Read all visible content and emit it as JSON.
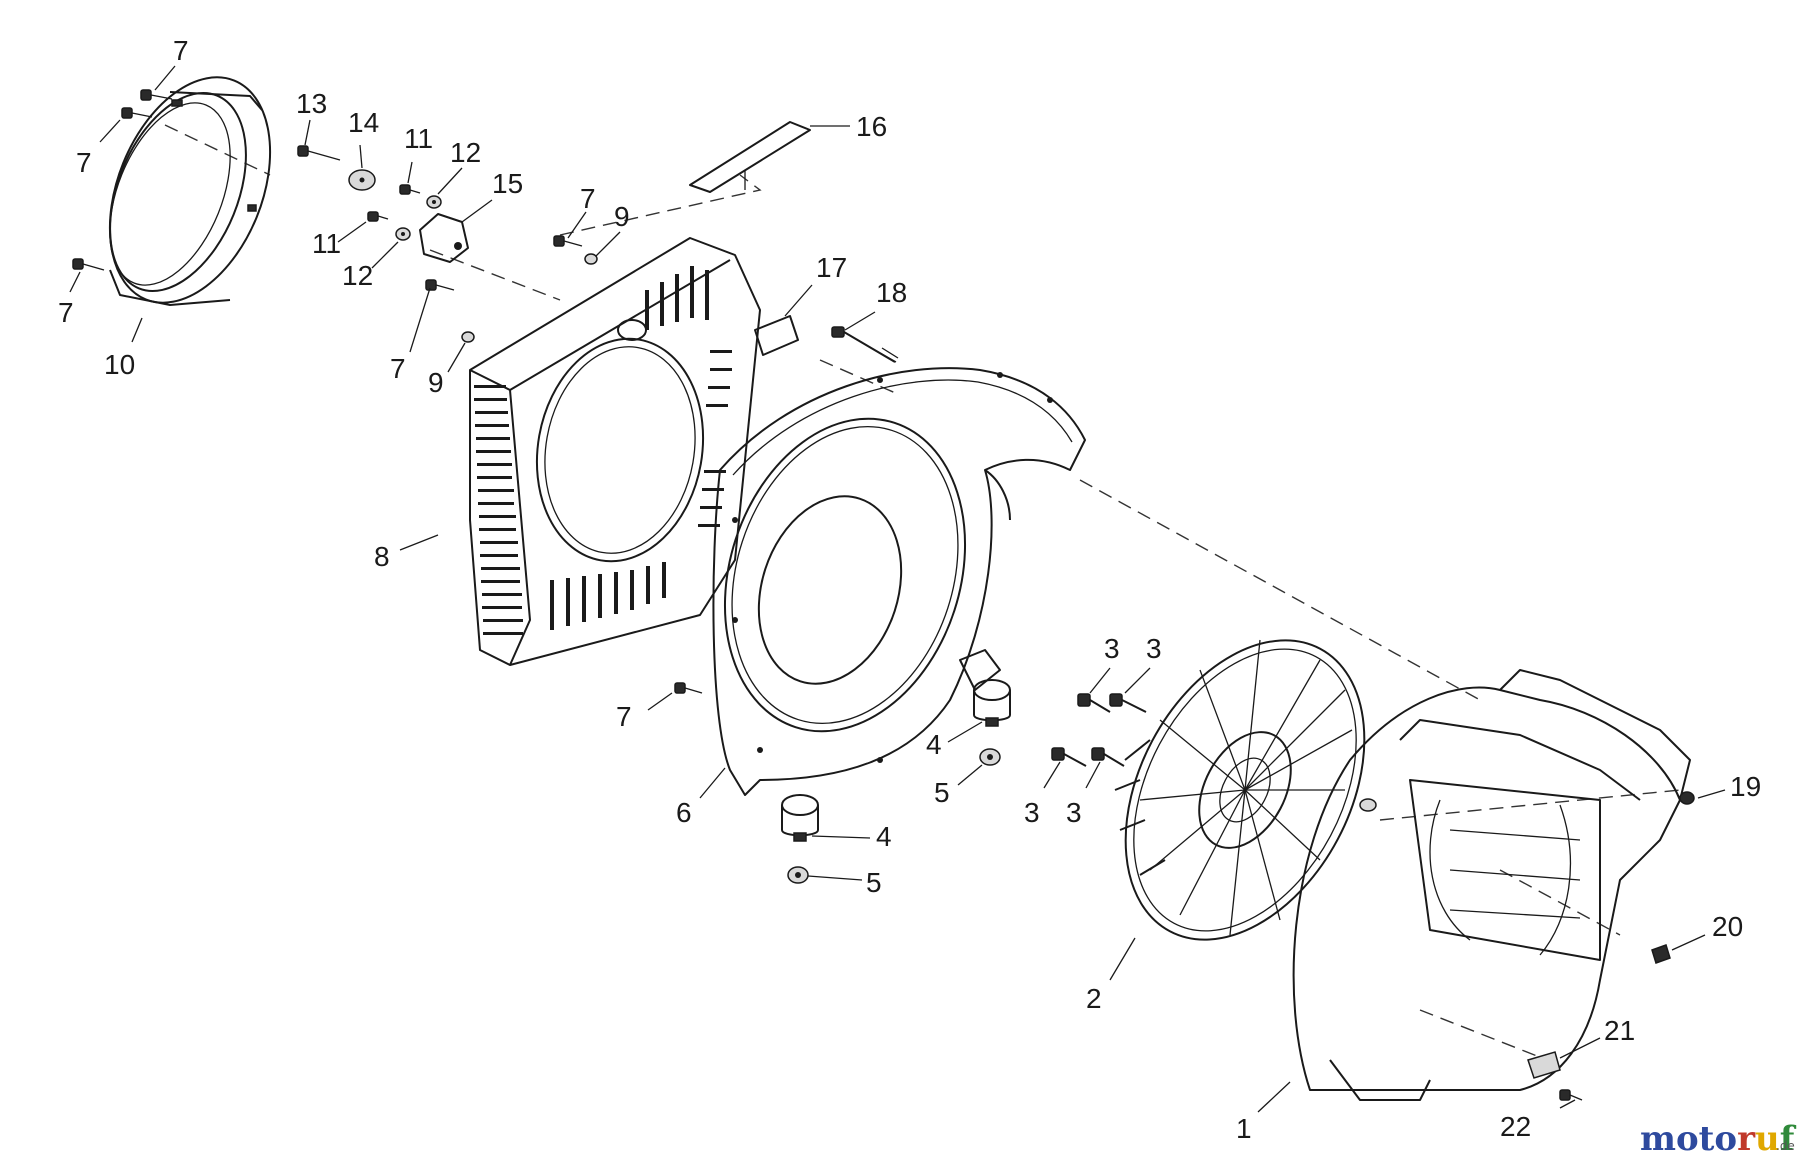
{
  "diagram": {
    "callouts": [
      {
        "id": "c7a",
        "label": "7"
      },
      {
        "id": "c7b",
        "label": "7"
      },
      {
        "id": "c7c",
        "label": "7"
      },
      {
        "id": "c10",
        "label": "10"
      },
      {
        "id": "c13",
        "label": "13"
      },
      {
        "id": "c14",
        "label": "14"
      },
      {
        "id": "c11a",
        "label": "11"
      },
      {
        "id": "c12a",
        "label": "12"
      },
      {
        "id": "c15",
        "label": "15"
      },
      {
        "id": "c11b",
        "label": "11"
      },
      {
        "id": "c12b",
        "label": "12"
      },
      {
        "id": "c16",
        "label": "16"
      },
      {
        "id": "c7d",
        "label": "7"
      },
      {
        "id": "c9a",
        "label": "9"
      },
      {
        "id": "c17",
        "label": "17"
      },
      {
        "id": "c18",
        "label": "18"
      },
      {
        "id": "c7e",
        "label": "7"
      },
      {
        "id": "c9b",
        "label": "9"
      },
      {
        "id": "c8",
        "label": "8"
      },
      {
        "id": "c7f",
        "label": "7"
      },
      {
        "id": "c6",
        "label": "6"
      },
      {
        "id": "c4a",
        "label": "4"
      },
      {
        "id": "c5a",
        "label": "5"
      },
      {
        "id": "c4b",
        "label": "4"
      },
      {
        "id": "c5b",
        "label": "5"
      },
      {
        "id": "c3a",
        "label": "3"
      },
      {
        "id": "c3b",
        "label": "3"
      },
      {
        "id": "c3c",
        "label": "3"
      },
      {
        "id": "c3d",
        "label": "3"
      },
      {
        "id": "c2",
        "label": "2"
      },
      {
        "id": "c19",
        "label": "19"
      },
      {
        "id": "c20",
        "label": "20"
      },
      {
        "id": "c21",
        "label": "21"
      },
      {
        "id": "c22",
        "label": "22"
      },
      {
        "id": "c1",
        "label": "1"
      }
    ]
  },
  "watermark": {
    "letters": [
      {
        "ch": "m",
        "color": "#2e4a9e"
      },
      {
        "ch": "o",
        "color": "#2e4a9e"
      },
      {
        "ch": "t",
        "color": "#2e4a9e"
      },
      {
        "ch": "o",
        "color": "#2e4a9e"
      },
      {
        "ch": "r",
        "color": "#c0392b"
      },
      {
        "ch": "u",
        "color": "#e0a800"
      },
      {
        "ch": "f",
        "color": "#2f8a3a"
      }
    ],
    "suffix": ".de"
  }
}
